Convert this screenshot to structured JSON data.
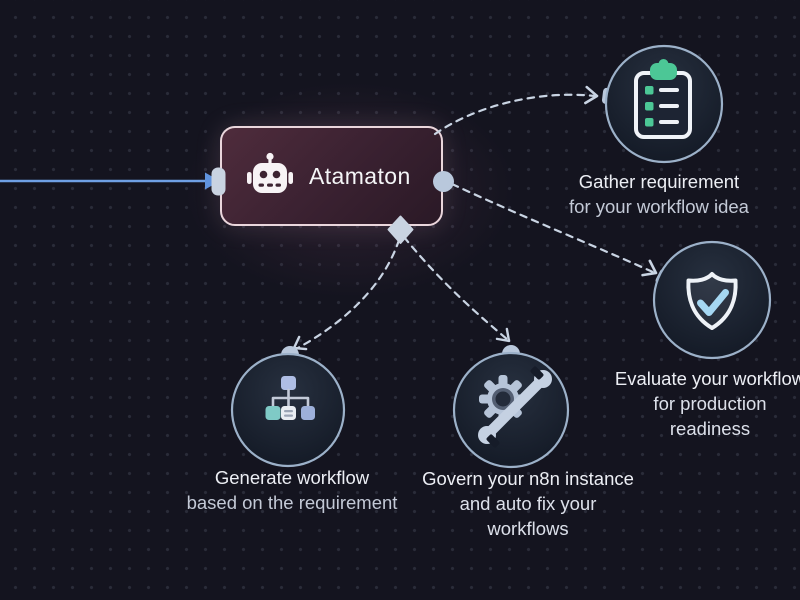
{
  "canvas": {
    "background_color": "#14141f",
    "main_node": {
      "label": "Atamaton",
      "icon": "robot-icon",
      "border_color": "#ead6dc",
      "fill_color": "#3c2232"
    },
    "nodes": {
      "gather": {
        "icon": "clipboard-checklist-icon",
        "line1": "Gather requirement",
        "line2": "for your workflow idea"
      },
      "evaluate": {
        "icon": "shield-check-icon",
        "line1": "Evaluate your workflow",
        "line2": "for production",
        "line3": "readiness"
      },
      "generate": {
        "icon": "org-chart-icon",
        "line1": "Generate workflow",
        "line2": "based on the requirement"
      },
      "govern": {
        "icon": "gear-wrench-icon",
        "line1": "Govern your n8n instance",
        "line2": "and auto fix your",
        "line3": "workflows"
      }
    },
    "colors": {
      "accent_blue": "#6fa0e4",
      "arrowhead_blue": "#6093de",
      "connector": "#b9c8dc",
      "dashed_line": "#c9d4e3",
      "node_border": "#9cb1c9",
      "clipboard_green": "#4cc796",
      "check_blue": "#a5d7f2",
      "text_primary": "#eceef4",
      "text_secondary": "#c3c9d6"
    }
  }
}
